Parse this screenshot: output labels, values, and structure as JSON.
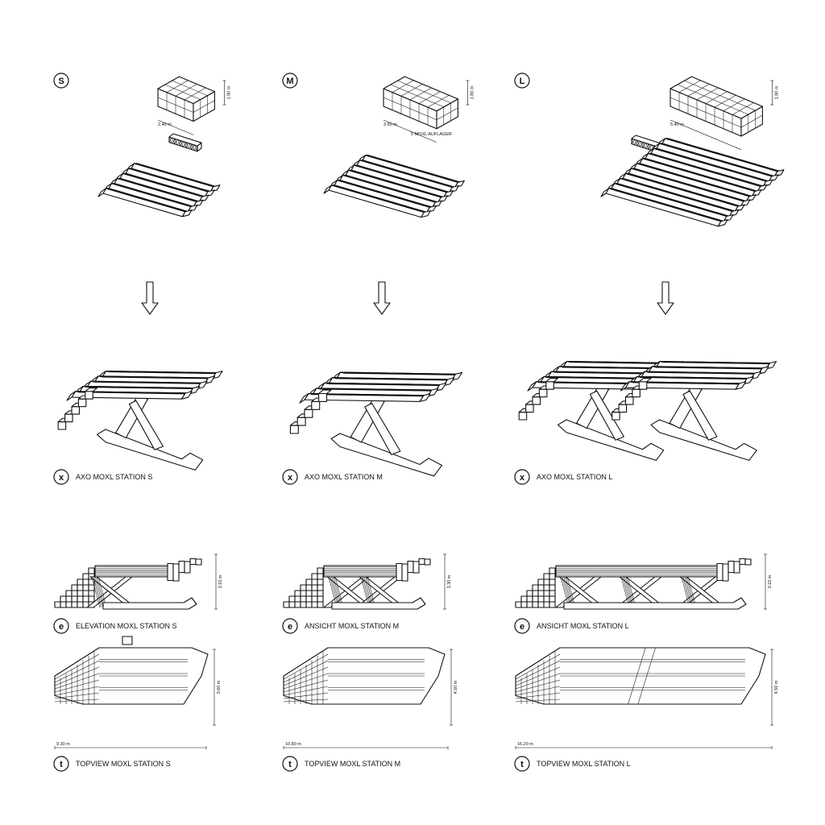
{
  "columns": [
    {
      "id": "S",
      "badge": "S",
      "block_width": "2.40 m",
      "block_height": "1.80 m",
      "support_label": "",
      "axo_badge": "x",
      "axo_caption": "AXO MOXL STATION S",
      "elev_badge": "e",
      "elev_caption": "ELEVATION MOXL STATION S",
      "elev_height": "3.10 m",
      "top_badge": "t",
      "top_caption": "TOPVIEW MOXL STATION S",
      "top_depth": "3.60 m",
      "top_length": "9.30 m"
    },
    {
      "id": "M",
      "badge": "M",
      "block_width": "3.60 m",
      "block_height": "1.80 m",
      "support_label": "5 MOXL AUFLAGER",
      "axo_badge": "x",
      "axo_caption": "AXO MOXL STATION  M",
      "elev_badge": "e",
      "elev_caption": "ANSICHT MOXL STATION M",
      "elev_height": "3.30 m",
      "top_badge": "t",
      "top_caption": "TOPVIEW MOXL STATION M",
      "top_depth": "4.50 m",
      "top_length": "10.80 m"
    },
    {
      "id": "L",
      "badge": "L",
      "block_width": "5.40 m",
      "block_height": "1.80 m",
      "support_label": "",
      "axo_badge": "x",
      "axo_caption": "AXO MOXL STATION L",
      "elev_badge": "e",
      "elev_caption": "ANSICHT MOXL STATION L",
      "elev_height": "3.10 m",
      "top_badge": "t",
      "top_caption": "TOPVIEW MOXL STATION L",
      "top_depth": "4.50 m",
      "top_length": "16.20 m"
    }
  ],
  "icons": {
    "arrow": "down-arrow-icon",
    "badge": "circle-letter-icon"
  }
}
